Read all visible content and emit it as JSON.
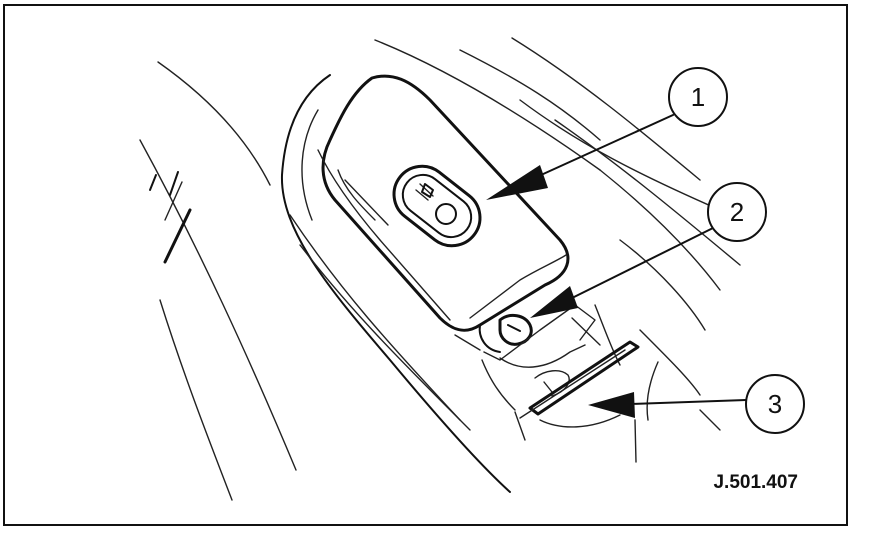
{
  "callouts": [
    {
      "number": "1"
    },
    {
      "number": "2"
    },
    {
      "number": "3"
    }
  ],
  "reference_code": "J.501.407",
  "colors": {
    "ink": "#111111",
    "background": "#ffffff"
  }
}
